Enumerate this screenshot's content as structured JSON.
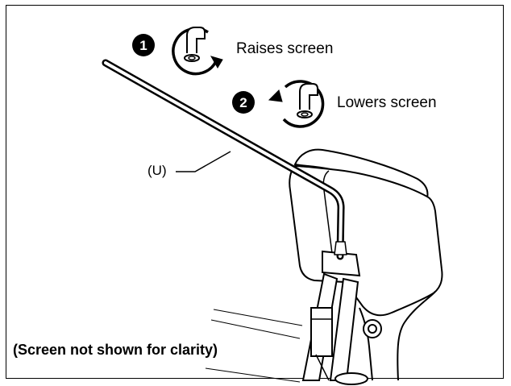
{
  "steps": [
    {
      "number": "1",
      "label": "Raises screen"
    },
    {
      "number": "2",
      "label": "Lowers screen"
    }
  ],
  "callout": {
    "label": "(U)"
  },
  "caption": "(Screen not shown for clarity)",
  "icons": [
    "step-1-badge-icon",
    "rotate-clockwise-icon",
    "step-2-badge-icon",
    "rotate-counterclockwise-icon",
    "hex-key-tool",
    "headrest-illustration"
  ],
  "colors": {
    "line": "#000000",
    "background": "#ffffff",
    "fill": "#ffffff"
  }
}
